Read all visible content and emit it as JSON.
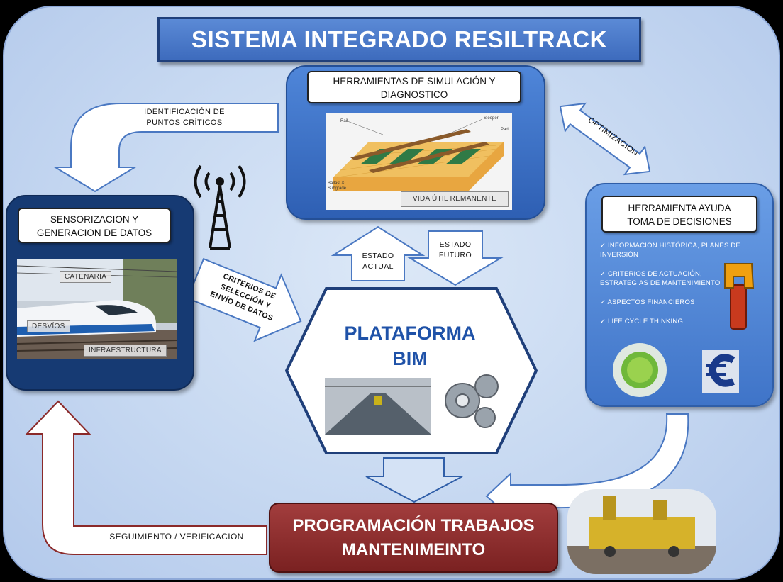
{
  "title": "SISTEMA INTEGRADO RESILTRACK",
  "simulation": {
    "title_line1": "HERRAMIENTAS DE SIMULACIÓN  Y",
    "title_line2": "DIAGNOSTICO",
    "image_labels": [
      "Rail",
      "Sleeper",
      "Pad",
      "Ballast &",
      "Subgrade"
    ],
    "remaining_life": "VIDA ÚTIL REMANENTE"
  },
  "sensors": {
    "title_line1": "SENSORIZACION Y",
    "title_line2": "GENERACION DE DATOS",
    "tags": [
      "CATENARIA",
      "DESVÍOS",
      "INFRAESTRUCTURA"
    ]
  },
  "decision": {
    "title_line1": "HERRAMIENTA AYUDA",
    "title_line2": "TOMA DE DECISIONES",
    "items": [
      "✓ INFORMACIÓN HISTÓRICA, PLANES DE INVERSIÓN",
      "✓ CRITERIOS DE ACTUACIÓN, ESTRATEGIAS DE MANTENIMIENTO",
      "✓ ASPECTOS FINANCIEROS",
      "✓ LIFE CYCLE THINKING"
    ]
  },
  "platform": {
    "line1": "PLATAFORMA",
    "line2": "BIM"
  },
  "maintenance": {
    "line1": "PROGRAMACIÓN  TRABAJOS",
    "line2": "MANTENIMEINTO"
  },
  "arrows": {
    "identification_line1": "IDENTIFICACIÓN DE",
    "identification_line2": "PUNTOS CRÍTICOS",
    "optimization": "OPTIMIZACION",
    "criteria_line1": "CRITERIOS DE",
    "criteria_line2": "SELECCIÓN Y",
    "criteria_line3": "ENVÍO DE DATOS",
    "current_state_line1": "ESTADO",
    "current_state_line2": "ACTUAL",
    "future_state_line1": "ESTADO",
    "future_state_line2": "FUTURO",
    "tracking": "SEGUIMIENTO / VERIFICACION"
  },
  "colors": {
    "title_blue": "#3d6bbd",
    "panel_dark_blue": "#163a73",
    "maintenance_red": "#8b2a2a",
    "bim_blue": "#1f52a8",
    "tracking_arrow_outline": "#8b2a2a"
  }
}
